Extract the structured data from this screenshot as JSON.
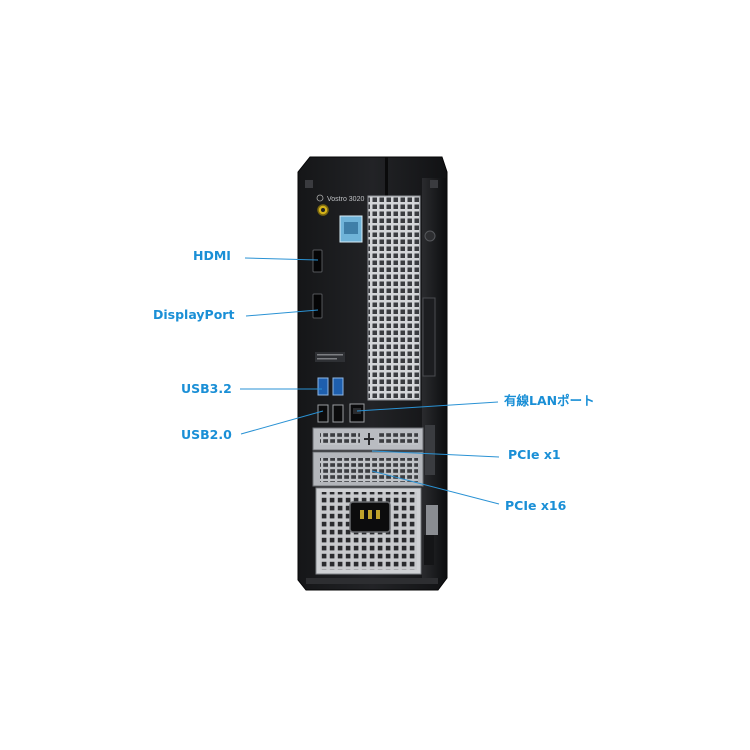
{
  "product": {
    "model_badge": "Vostro 3020",
    "chassis_color": "#1b1c1f",
    "vent_color": "#c9ccd0",
    "callout_color": "#1a8fd6"
  },
  "callouts": {
    "hdmi": "HDMI",
    "displayport": "DisplayPort",
    "usb32": "USB3.2",
    "usb20": "USB2.0",
    "lan": "有線LANポート",
    "pcie_x1": "PCIe x1",
    "pcie_x16": "PCIe x16"
  }
}
